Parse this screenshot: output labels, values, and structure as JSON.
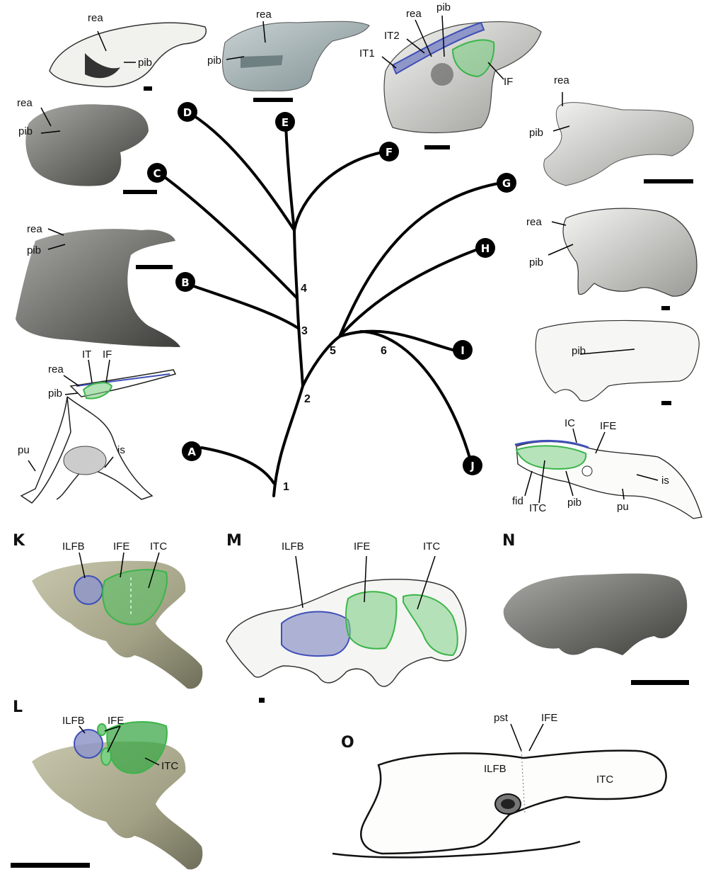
{
  "tree": {
    "node_labels": [
      "A",
      "B",
      "C",
      "D",
      "E",
      "F",
      "G",
      "H",
      "I",
      "J"
    ],
    "internal_numbers": [
      "1",
      "2",
      "3",
      "4",
      "5",
      "6"
    ]
  },
  "panels": {
    "K": {
      "letter": "K",
      "labels": [
        "ILFB",
        "IFE",
        "ITC"
      ]
    },
    "L": {
      "letter": "L",
      "labels": [
        "ILFB",
        "IFE",
        "ITC"
      ]
    },
    "M": {
      "letter": "M",
      "labels": [
        "ILFB",
        "IFE",
        "ITC"
      ]
    },
    "N": {
      "letter": "N"
    },
    "O": {
      "letter": "O",
      "labels": [
        "pst",
        "IFE",
        "ILFB",
        "ITC"
      ]
    }
  },
  "specimen_labels": {
    "top_left": [
      "rea",
      "pib"
    ],
    "top_mid": [
      "rea",
      "pib"
    ],
    "top_right": [
      "rea",
      "pib",
      "IT2",
      "IT1",
      "IF"
    ],
    "left_2": [
      "rea",
      "pib"
    ],
    "left_3": [
      "rea",
      "pib"
    ],
    "left_4": [
      "IT",
      "IF",
      "rea",
      "pib",
      "pu",
      "is"
    ],
    "right_1": [
      "rea",
      "pib"
    ],
    "right_2": [
      "rea",
      "pib"
    ],
    "right_3": [
      "pib"
    ],
    "right_4": [
      "IC",
      "IFE",
      "fid",
      "ITC",
      "pib",
      "is",
      "pu"
    ]
  },
  "colors": {
    "blue_fill": "#8f96c8",
    "blue_stroke": "#3f4fb8",
    "green_fill": "#7fcf86",
    "green_stroke": "#3bb54a",
    "model_fill": "#a9a88c",
    "bone_gray": "#8a8a86"
  }
}
